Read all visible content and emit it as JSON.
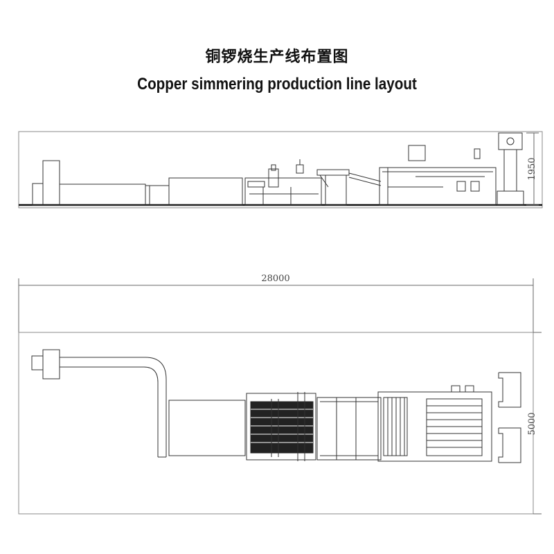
{
  "title_cn": "铜锣烧生产线布置图",
  "title_en": "Copper simmering production line layout",
  "dimensions": {
    "total_length": "28000",
    "height": "1950",
    "width": "5000"
  }
}
